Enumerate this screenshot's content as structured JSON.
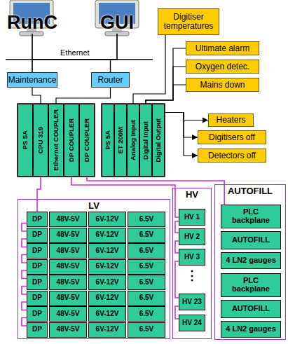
{
  "diagram": {
    "nodes": [
      {
        "text": [
          "RunC"
        ]
      },
      {
        "text": [
          "GUI"
        ]
      },
      {
        "text": [
          "Maintenance"
        ]
      },
      {
        "text": [
          "Router"
        ]
      },
      {
        "text": [
          "Digitiser temperatures"
        ]
      },
      {
        "text": [
          "Ultimate alarm"
        ]
      },
      {
        "text": [
          "Oxygen detec."
        ]
      },
      {
        "text": [
          "Mains down"
        ]
      },
      {
        "text": [
          "PS 5A"
        ]
      },
      {
        "text": [
          "CPU 319"
        ]
      },
      {
        "text": [
          "Ethernet COUPLER"
        ]
      },
      {
        "text": [
          "DP COUPLER"
        ]
      },
      {
        "text": [
          "DP COUPLER"
        ]
      },
      {
        "text": [
          "PS 5A"
        ]
      },
      {
        "text": [
          "ET 200M"
        ]
      },
      {
        "text": [
          "Analog Input"
        ]
      },
      {
        "text": [
          "Digital Input"
        ]
      },
      {
        "text": [
          "Digital Output"
        ]
      },
      {
        "text": [
          "Heaters"
        ]
      },
      {
        "text": [
          "Digitisers off"
        ]
      },
      {
        "text": [
          "Detectors off"
        ]
      },
      {
        "text": [
          "LV"
        ]
      },
      {
        "text": [
          "DP"
        ],
        "in": 21
      },
      {
        "text": [
          "48V-5V"
        ],
        "in": 21
      },
      {
        "text": [
          "6V-12V"
        ],
        "in": 21
      },
      {
        "text": [
          "6.5V"
        ],
        "in": 21
      },
      {
        "text": [
          "DP"
        ],
        "in": 21
      },
      {
        "text": [
          "48V-5V"
        ],
        "in": 21
      },
      {
        "text": [
          "6V-12V"
        ],
        "in": 21
      },
      {
        "text": [
          "6.5V"
        ],
        "in": 21
      },
      {
        "text": [
          "DP"
        ],
        "in": 21
      },
      {
        "text": [
          "48V-5V"
        ],
        "in": 21
      },
      {
        "text": [
          "6V-12V"
        ],
        "in": 21
      },
      {
        "text": [
          "6.5V"
        ],
        "in": 21
      },
      {
        "text": [
          "DP"
        ],
        "in": 21
      },
      {
        "text": [
          "48V-5V"
        ],
        "in": 21
      },
      {
        "text": [
          "6V-12V"
        ],
        "in": 21
      },
      {
        "text": [
          "6.5V"
        ],
        "in": 21
      },
      {
        "text": [
          "DP"
        ],
        "in": 21
      },
      {
        "text": [
          "48V-5V"
        ],
        "in": 21
      },
      {
        "text": [
          "6V-12V"
        ],
        "in": 21
      },
      {
        "text": [
          "6.5V"
        ],
        "in": 21
      },
      {
        "text": [
          "DP"
        ],
        "in": 21
      },
      {
        "text": [
          "48V-5V"
        ],
        "in": 21
      },
      {
        "text": [
          "6V-12V"
        ],
        "in": 21
      },
      {
        "text": [
          "6.5V"
        ],
        "in": 21
      },
      {
        "text": [
          "DP"
        ],
        "in": 21
      },
      {
        "text": [
          "48V-5V"
        ],
        "in": 21
      },
      {
        "text": [
          "6V-12V"
        ],
        "in": 21
      },
      {
        "text": [
          "6.5V"
        ],
        "in": 21
      },
      {
        "text": [
          "DP"
        ],
        "in": 21
      },
      {
        "text": [
          "48V-5V"
        ],
        "in": 21
      },
      {
        "text": [
          "6V-12V"
        ],
        "in": 21
      },
      {
        "text": [
          "6.5V"
        ],
        "in": 21
      },
      {
        "text": [
          "HV"
        ]
      },
      {
        "text": [
          "HV 1"
        ],
        "in": 54
      },
      {
        "text": [
          "HV 2"
        ],
        "in": 54
      },
      {
        "text": [
          "HV 3"
        ],
        "in": 54
      },
      {
        "text": [
          "HV 23"
        ],
        "in": 54
      },
      {
        "text": [
          "HV 24"
        ],
        "in": 54
      },
      {
        "text": [
          "AUTOFILL"
        ]
      },
      {
        "text": [
          "PLC backplane"
        ],
        "in": 60
      },
      {
        "text": [
          "AUTOFILL"
        ],
        "in": 60
      },
      {
        "text": [
          "4 LN2 gauges"
        ],
        "in": 60
      },
      {
        "text": [
          "PLC backplane"
        ],
        "in": 60
      },
      {
        "text": [
          "AUTOFILL"
        ],
        "in": 60
      },
      {
        "text": [
          "4 LN2 gauges"
        ],
        "in": 60
      }
    ],
    "edges": [
      {
        "from": 0,
        "to": 2,
        "arrow": "none"
      },
      {
        "from": 0,
        "to": 3,
        "arrow": "none"
      },
      {
        "from": 1,
        "to": 2,
        "arrow": "none"
      },
      {
        "from": 1,
        "to": 3,
        "arrow": "none"
      },
      {
        "from": 2,
        "to": 9,
        "arrow": "none"
      },
      {
        "from": 3,
        "to": 10,
        "arrow": "none"
      },
      {
        "from": 4,
        "to": 15,
        "arrow": "none"
      },
      {
        "from": 5,
        "to": 16,
        "arrow": "none"
      },
      {
        "from": 6,
        "to": 16,
        "arrow": "none"
      },
      {
        "from": 7,
        "to": 16,
        "arrow": "none"
      },
      {
        "from": 17,
        "to": 18,
        "arrow": "to"
      },
      {
        "from": 17,
        "to": 19,
        "arrow": "to"
      },
      {
        "from": 17,
        "to": 20,
        "arrow": "to"
      },
      {
        "from": 9,
        "to": 22,
        "arrow": "none"
      },
      {
        "from": 22,
        "to": 26,
        "arrow": "none"
      },
      {
        "from": 26,
        "to": 30,
        "arrow": "none"
      },
      {
        "from": 30,
        "to": 34,
        "arrow": "none"
      },
      {
        "from": 34,
        "to": 38,
        "arrow": "none"
      },
      {
        "from": 38,
        "to": 42,
        "arrow": "none"
      },
      {
        "from": 42,
        "to": 46,
        "arrow": "none"
      },
      {
        "from": 46,
        "to": 50,
        "arrow": "none"
      },
      {
        "from": 11,
        "to": 55,
        "arrow": "none"
      },
      {
        "from": 55,
        "to": 56,
        "arrow": "none"
      },
      {
        "from": 56,
        "to": 57,
        "arrow": "none"
      },
      {
        "from": 57,
        "to": 58,
        "arrow": "none"
      },
      {
        "from": 58,
        "to": 59,
        "arrow": "none"
      },
      {
        "from": 12,
        "to": 61,
        "arrow": "none"
      }
    ],
    "labels": [
      "Ethernet",
      "⋮"
    ]
  }
}
